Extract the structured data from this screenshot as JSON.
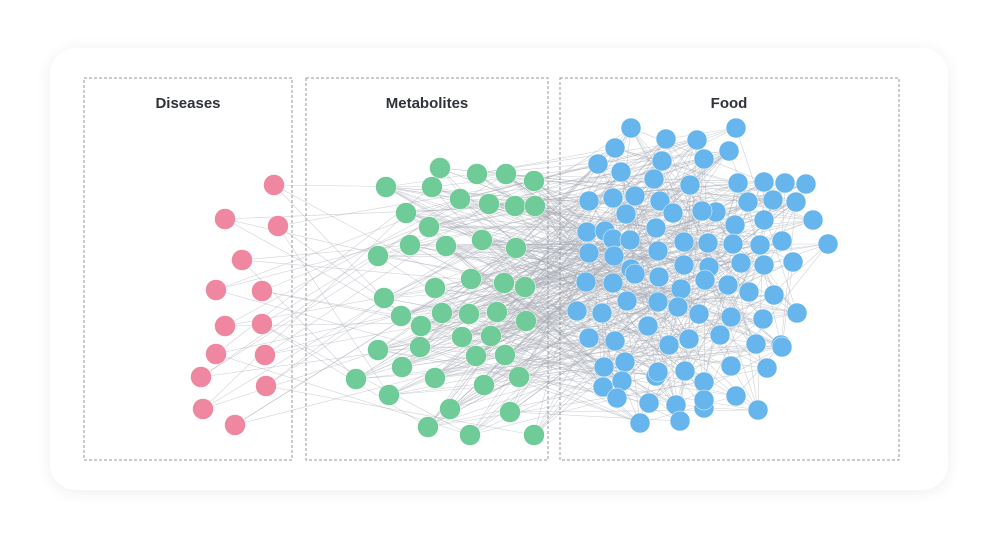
{
  "panels": [
    {
      "title": "Diseases"
    },
    {
      "title": "Metabolites"
    },
    {
      "title": "Food"
    }
  ],
  "colors": {
    "disease": "#ef87a0",
    "metabolite": "#6fcb97",
    "food": "#66b5ec",
    "edge": "#a9adb6"
  }
}
